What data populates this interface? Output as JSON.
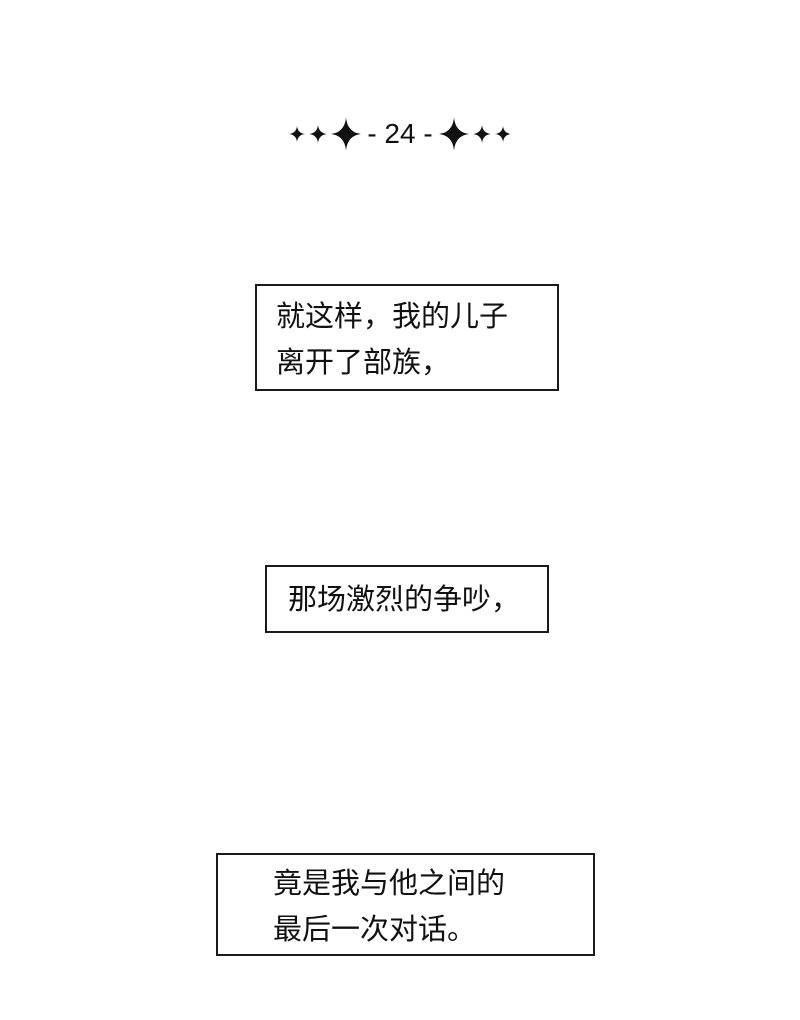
{
  "chapter_header": {
    "label": "- 24 -",
    "ornament_icon": "four-point-star-icon",
    "left_stars": 3,
    "right_stars": 3
  },
  "captions": [
    {
      "lines": [
        "就这样，我的儿子",
        "离开了部族，"
      ]
    },
    {
      "lines": [
        "那场激烈的争吵，"
      ]
    },
    {
      "lines": [
        "竟是我与他之间的",
        "最后一次对话。"
      ]
    }
  ],
  "colors": {
    "background": "#ffffff",
    "text": "#111111",
    "border": "#1a1a1a"
  }
}
